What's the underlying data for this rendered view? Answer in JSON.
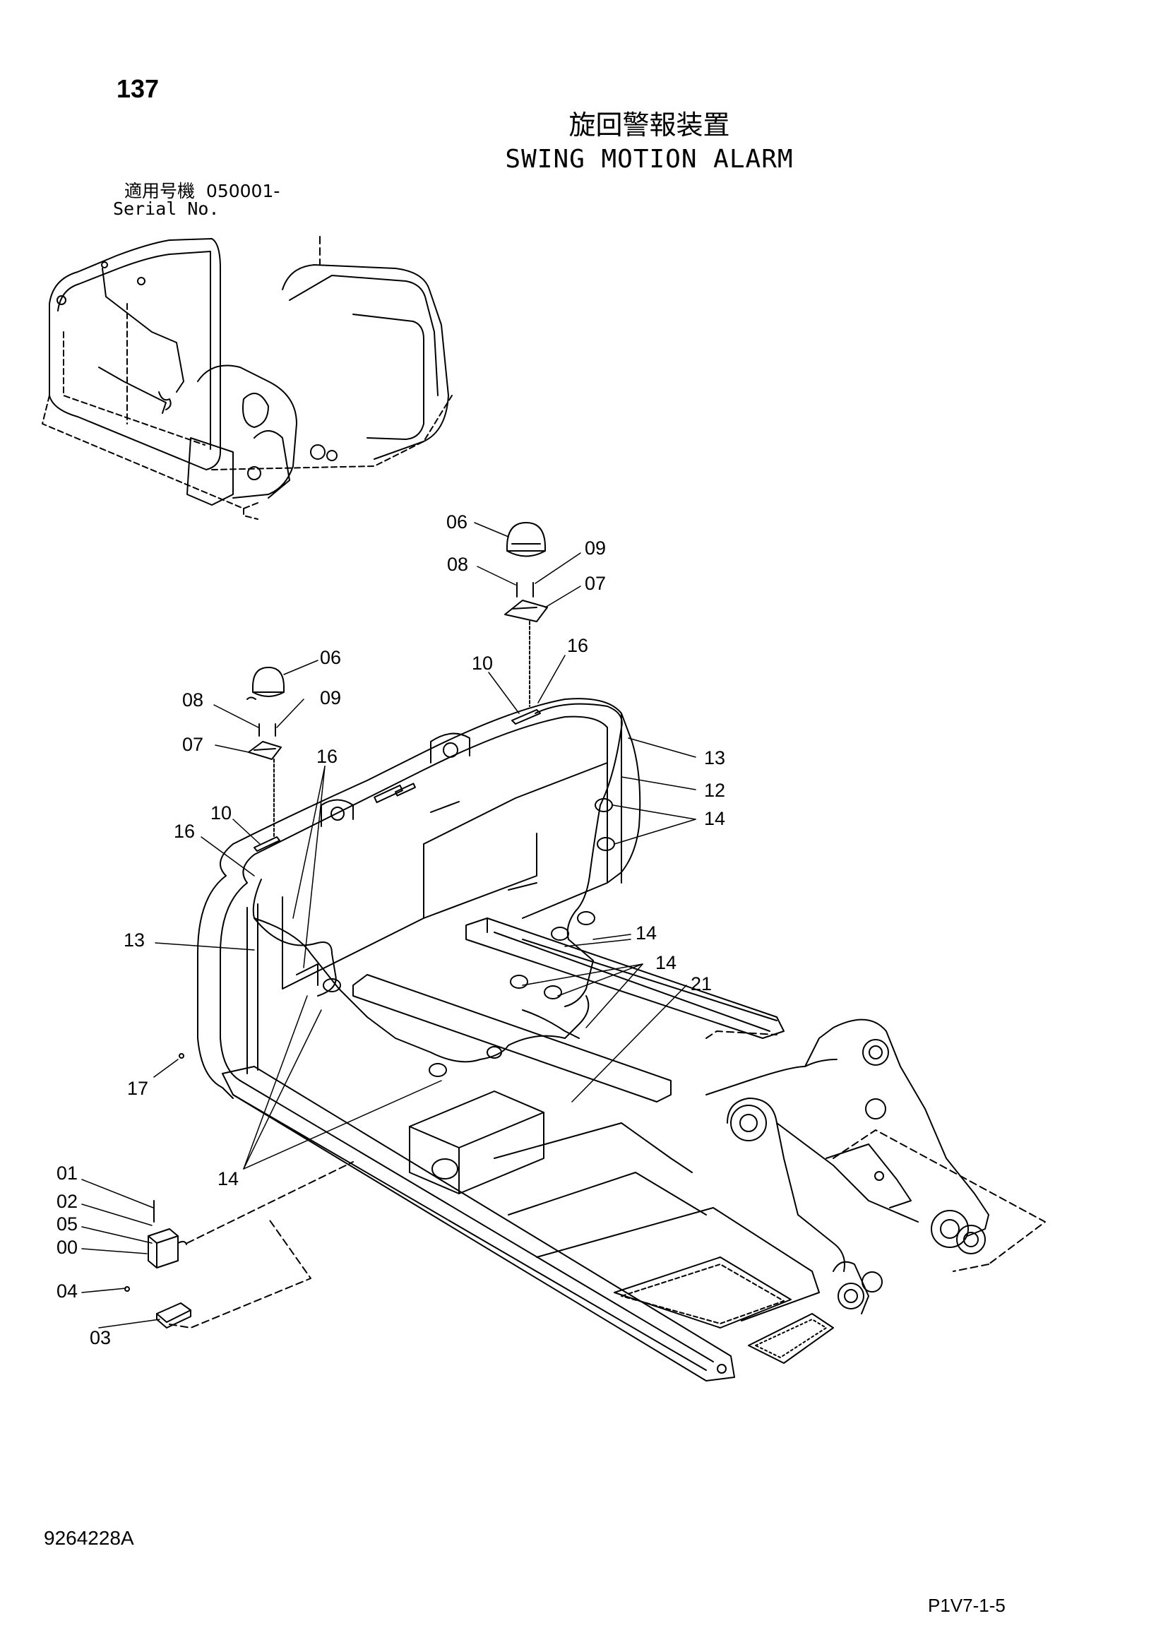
{
  "page_number": "137",
  "title_jp": "旋回警報装置",
  "title_en": "SWING MOTION ALARM",
  "serial_label_jp": "適用号機",
  "serial_range": "050001-",
  "serial_label_en": "Serial No.",
  "document_id": "9264228A",
  "page_code": "P1V7-1-5",
  "callouts": {
    "c06a": "06",
    "c09a": "09",
    "c08a": "08",
    "c07a": "07",
    "c16a": "16",
    "c10a": "10",
    "c06b": "06",
    "c09b": "09",
    "c08b": "08",
    "c07b": "07",
    "c16b": "16",
    "c13a": "13",
    "c12": "12",
    "c14a": "14",
    "c10b": "10",
    "c16c": "16",
    "c13b": "13",
    "c14b": "14",
    "c14c": "14",
    "c21": "21",
    "c17": "17",
    "c14d": "14",
    "c01": "01",
    "c02": "02",
    "c05": "05",
    "c00": "00",
    "c04": "04",
    "c03": "03"
  }
}
